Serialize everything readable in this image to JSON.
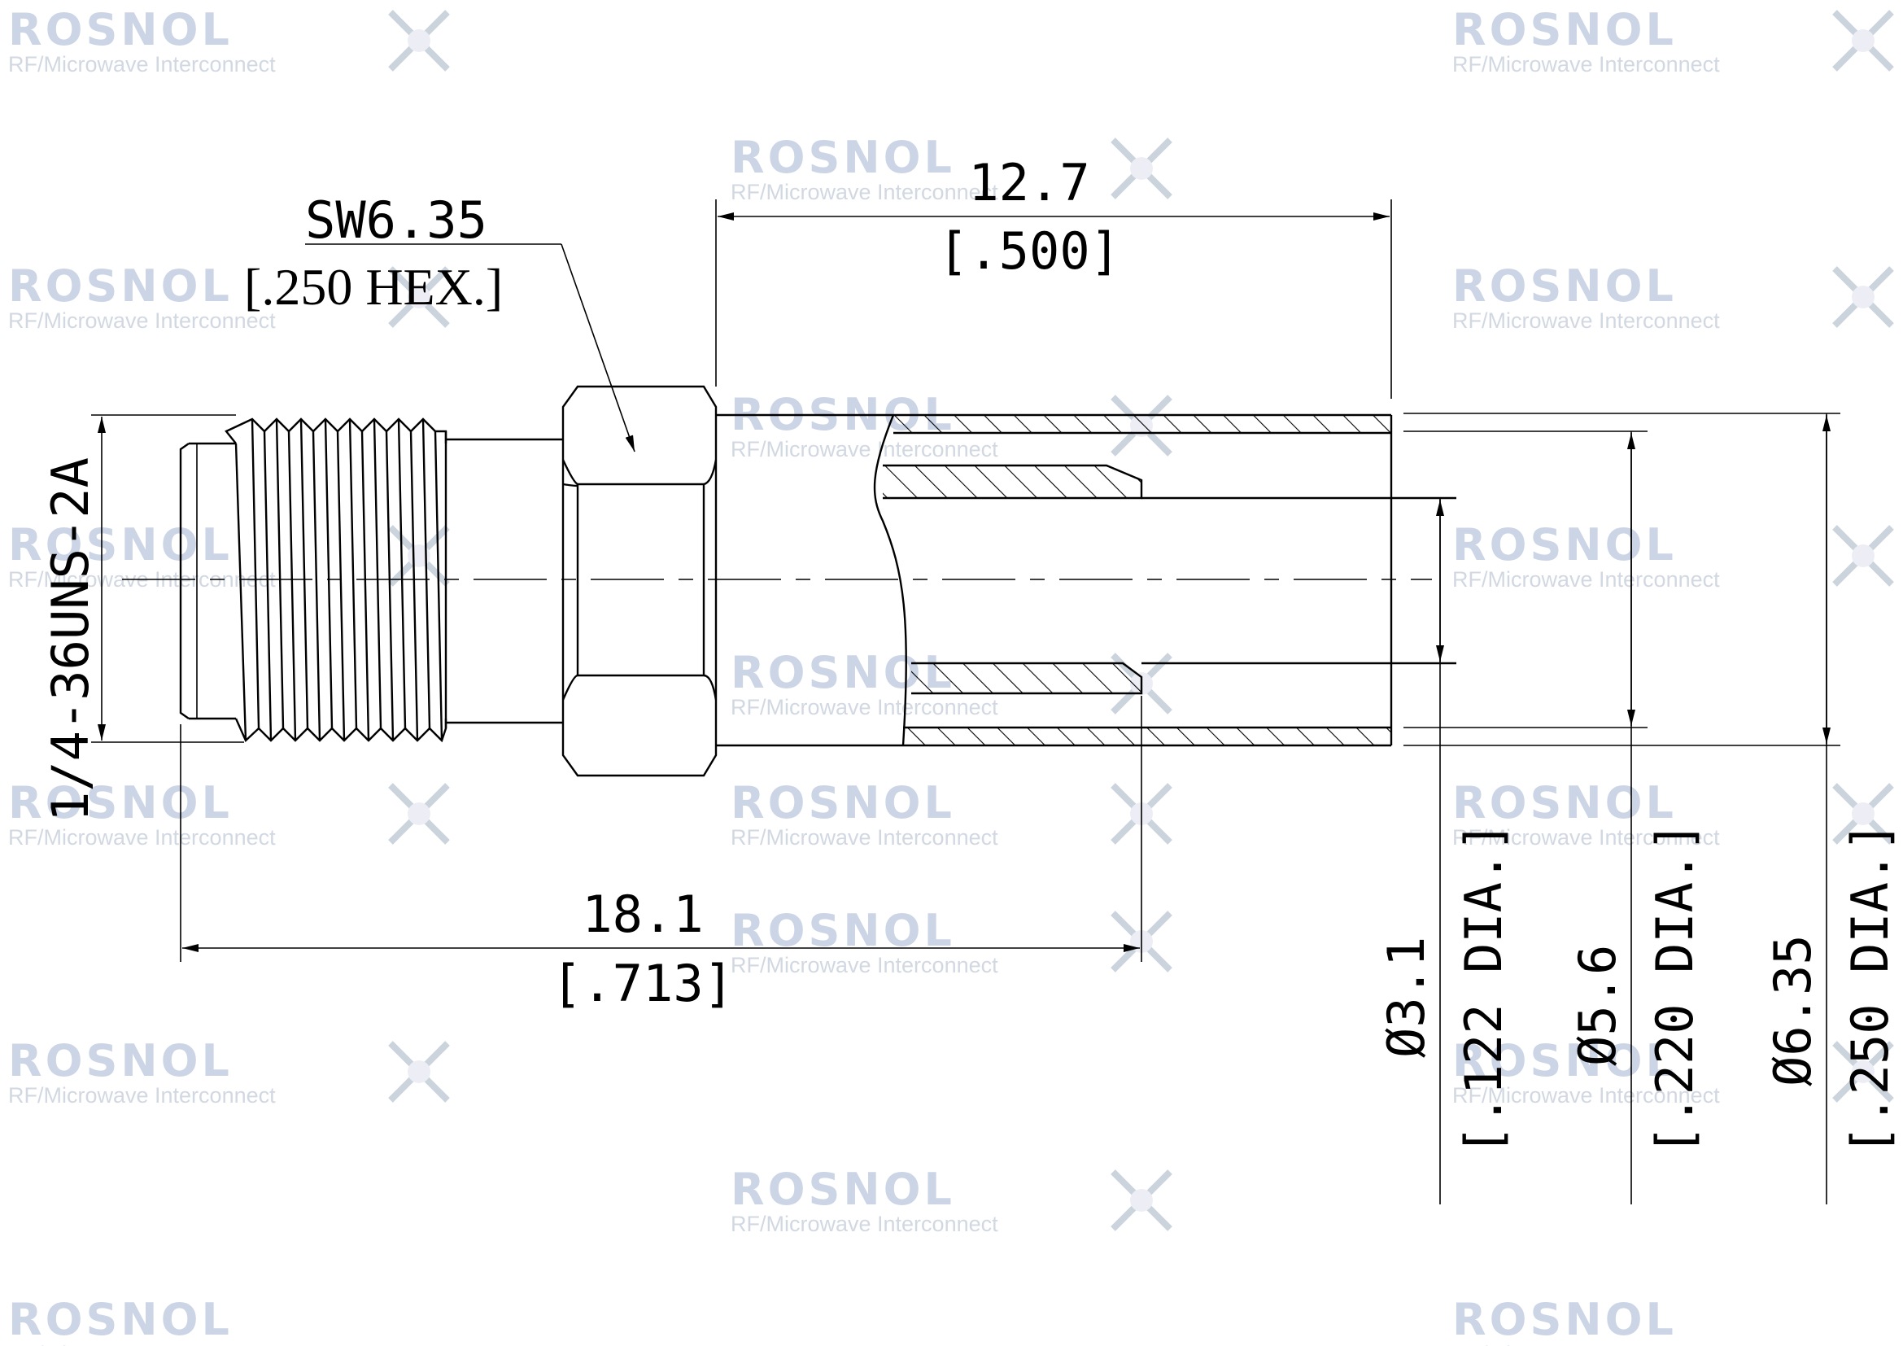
{
  "watermark": {
    "brand": "ROSNOL",
    "tagline": "RF/Microwave Interconnect",
    "color": "#ccd5e6"
  },
  "dimensions": {
    "thread": "1/4-36UNS-2A",
    "hex_mm": "SW6.35",
    "hex_in": "[.250 HEX.]",
    "tail_len_mm": "12.7",
    "tail_len_in": "[.500]",
    "overall_len_mm": "18.1",
    "overall_len_in": "[.713]",
    "dia_inner_mm": "Ø3.1",
    "dia_inner_in": "[.122 DIA.]",
    "dia_mid_mm": "Ø5.6",
    "dia_mid_in": "[.220 DIA.]",
    "dia_outer_mm": "Ø6.35",
    "dia_outer_in": "[.250 DIA.]"
  }
}
